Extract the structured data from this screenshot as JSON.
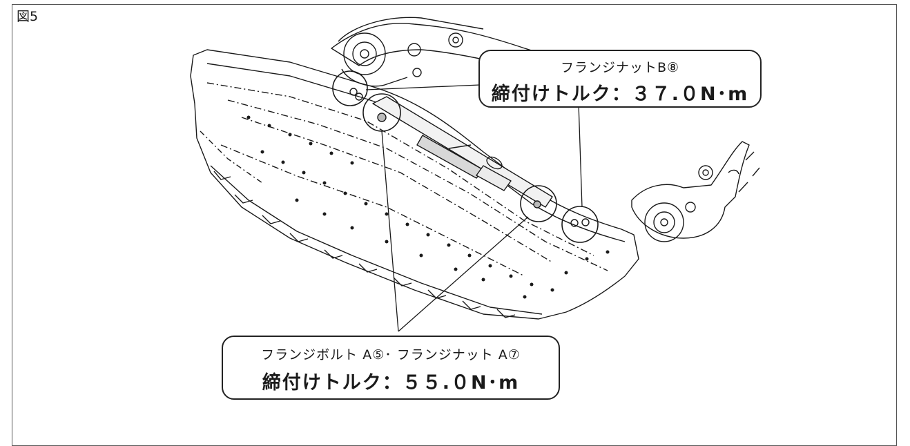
{
  "figure": {
    "label": "図5"
  },
  "callouts": {
    "nut_b": {
      "name": "フランジナットB⑧",
      "torque": "締付けトルク：３７.０N･m"
    },
    "bolt_a": {
      "name": "フランジボルト A⑤･ フランジナット A⑦",
      "torque": "締付けトルク：５５.０N･m"
    }
  },
  "colors": {
    "line": "#1a1a1a",
    "frame": "#555555",
    "background": "#ffffff"
  }
}
